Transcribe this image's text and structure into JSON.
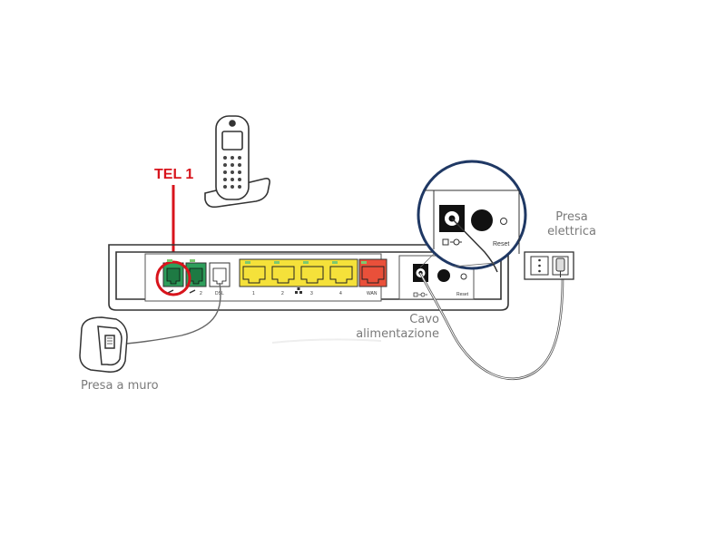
{
  "callout_label": "TEL 1",
  "labels": {
    "wall_socket": "Presa a muro",
    "power_cable_line1": "Cavo",
    "power_cable_line2": "alimentazione",
    "power_outlet_line1": "Presa",
    "power_outlet_line2": "elettrica"
  },
  "router_ports": {
    "phone2": "2",
    "dsl": "DSL",
    "lan1": "1",
    "lan2": "2",
    "lan3": "3",
    "lan4": "4",
    "wan": "WAN",
    "reset": "Reset"
  },
  "colors": {
    "callout": "#d8141c",
    "phone_port": "#2e9e5b",
    "lan_port": "#f5e13a",
    "wan_port": "#e9503a",
    "outline": "#333333"
  }
}
